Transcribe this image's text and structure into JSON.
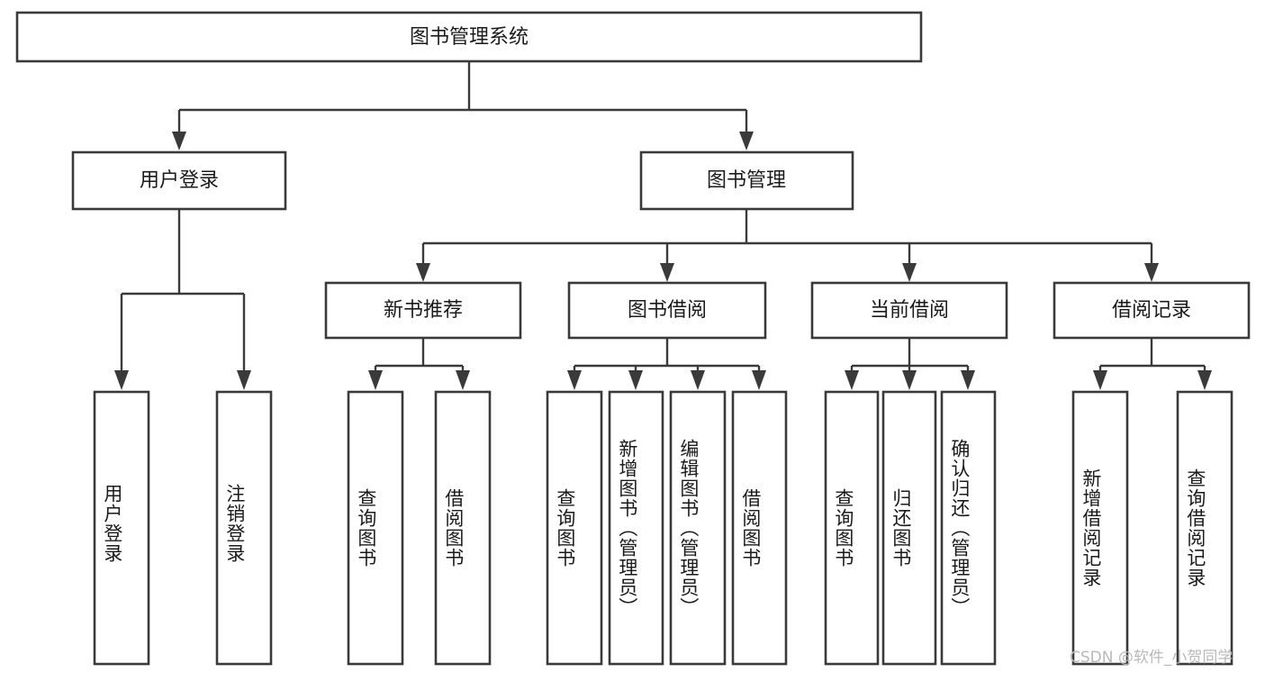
{
  "diagram": {
    "title": "图书管理系统",
    "type": "tree-hierarchy-flowchart",
    "root": {
      "id": "root",
      "label": "图书管理系统",
      "orientation": "horizontal"
    },
    "level2": [
      {
        "id": "user-login",
        "label": "用户登录",
        "orientation": "horizontal"
      },
      {
        "id": "book-management",
        "label": "图书管理",
        "orientation": "horizontal"
      }
    ],
    "level3": [
      {
        "id": "new-book-recommend",
        "label": "新书推荐",
        "orientation": "horizontal",
        "parent": "book-management"
      },
      {
        "id": "book-borrow",
        "label": "图书借阅",
        "orientation": "horizontal",
        "parent": "book-management"
      },
      {
        "id": "current-borrow",
        "label": "当前借阅",
        "orientation": "horizontal",
        "parent": "book-management"
      },
      {
        "id": "borrow-record",
        "label": "借阅记录",
        "orientation": "horizontal",
        "parent": "book-management"
      }
    ],
    "leaves": {
      "user_login": [
        {
          "id": "leaf-user-login",
          "label": "用户登录",
          "orientation": "vertical",
          "align": "bottom"
        },
        {
          "id": "leaf-logout",
          "label": "注销登录",
          "orientation": "vertical",
          "align": "bottom"
        }
      ],
      "new_book_recommend": [
        {
          "id": "leaf-query-book-1",
          "label": "查询图书",
          "orientation": "vertical",
          "align": "middle"
        },
        {
          "id": "leaf-borrow-book-1",
          "label": "借阅图书",
          "orientation": "vertical",
          "align": "middle"
        }
      ],
      "book_borrow": [
        {
          "id": "leaf-query-book-2",
          "label": "查询图书",
          "orientation": "vertical",
          "align": "middle"
        },
        {
          "id": "leaf-add-book-admin",
          "label": "新增图书（管理员）",
          "orientation": "vertical",
          "align": "top"
        },
        {
          "id": "leaf-edit-book-admin",
          "label": "编辑图书（管理员）",
          "orientation": "vertical",
          "align": "top"
        },
        {
          "id": "leaf-borrow-book-2",
          "label": "借阅图书",
          "orientation": "vertical",
          "align": "middle"
        }
      ],
      "current_borrow": [
        {
          "id": "leaf-query-book-3",
          "label": "查询图书",
          "orientation": "vertical",
          "align": "middle"
        },
        {
          "id": "leaf-return-book",
          "label": "归还图书",
          "orientation": "vertical",
          "align": "middle"
        },
        {
          "id": "leaf-confirm-return-admin",
          "label": "确认归还（管理员）",
          "orientation": "vertical",
          "align": "top"
        }
      ],
      "borrow_record": [
        {
          "id": "leaf-add-borrow-record",
          "label": "新增借阅记录",
          "orientation": "vertical",
          "align": "middle"
        },
        {
          "id": "leaf-query-borrow-record",
          "label": "查询借阅记录",
          "orientation": "vertical",
          "align": "middle"
        }
      ]
    },
    "colors": {
      "stroke": "#3a3a3a",
      "fill": "#ffffff",
      "text": "#1b1b1b",
      "watermark": "#b9b9b9"
    }
  },
  "watermark": {
    "text": "CSDN @软件_小贺同学"
  }
}
